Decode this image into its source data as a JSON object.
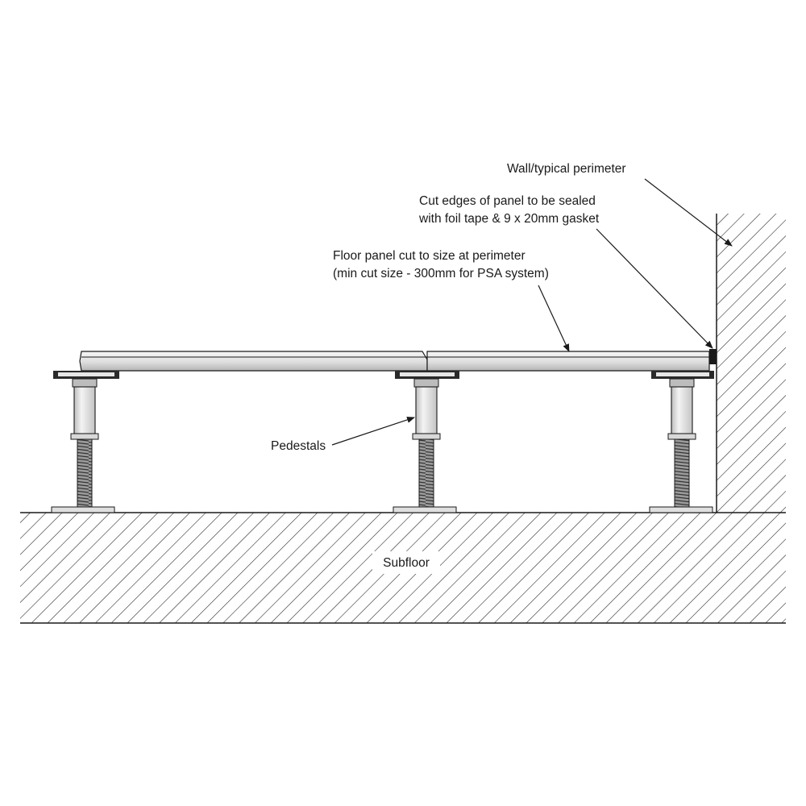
{
  "labels": {
    "wall": "Wall/typical perimeter",
    "cut_edges_line1": "Cut edges of panel to be sealed",
    "cut_edges_line2": "with foil tape & 9 x 20mm gasket",
    "floor_panel_line1": "Floor panel cut to size at perimeter",
    "floor_panel_line2": "(min cut size - 300mm for PSA system)",
    "pedestals": "Pedestals",
    "subfloor": "Subfloor"
  },
  "colors": {
    "ink": "#1a1a1a",
    "panel_light": "#f4f4f4",
    "panel_mid": "#c9c9c9",
    "panel_dark": "#a9a9a9",
    "pedestal_tube": "#e6e6e6",
    "thread_dark": "#555555",
    "background": "#ffffff"
  },
  "pedestal_count": 3
}
